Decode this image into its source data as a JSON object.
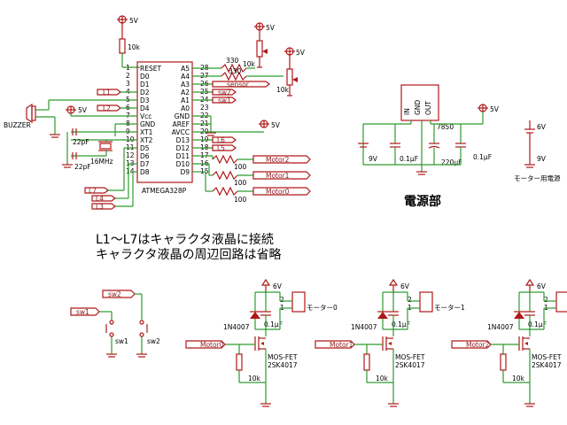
{
  "supply": "5V",
  "supply6": "6V",
  "r10k": "10k",
  "r330": "330",
  "mcu_name": "ATMEGA328P",
  "pins_left": [
    "RESET",
    "D0",
    "D1",
    "D2",
    "D3",
    "D4",
    "Vcc",
    "GND",
    "XT1",
    "XT2",
    "D5",
    "D6",
    "D7",
    "D8"
  ],
  "pins_left_num": [
    "1",
    "2",
    "3",
    "4",
    "5",
    "6",
    "7",
    "8",
    "9",
    "10",
    "11",
    "12",
    "13",
    "14"
  ],
  "pins_right": [
    "A5",
    "A4",
    "A3",
    "A2",
    "A1",
    "A0",
    "GND",
    "AREF",
    "AVCC",
    "D13",
    "D12",
    "D11",
    "D10",
    "D9"
  ],
  "pins_right_num": [
    "28",
    "27",
    "26",
    "25",
    "24",
    "23",
    "22",
    "21",
    "20",
    "19",
    "18",
    "17",
    "16",
    "15"
  ],
  "labels": {
    "L1": "L1",
    "L2": "L2",
    "L3": "L3",
    "L4": "L4",
    "L5": "L5",
    "L6": "L6",
    "L7": "L7",
    "sensor": "sensor",
    "sw1": "sw1",
    "sw2": "sw2",
    "motor0": "Motor0",
    "motor1": "Motor1",
    "motor2": "Motor2"
  },
  "buzzer": "BUZZER",
  "r100": "100",
  "c22p": "22pF",
  "xtal": "16MHz",
  "reg": "7850",
  "reg_pins": [
    "IN",
    "GND",
    "OUT"
  ],
  "v9": "9V",
  "c01": "0.1µF",
  "c220": "220µF",
  "power_title": "電源部",
  "motor_power": "モーター用電源",
  "note1": "L1〜L7はキャラクタ液晶に接続",
  "note2": "キャラクタ液晶の周辺回路は省略",
  "diode": "1N4007",
  "mosfet1": "MOS-FET",
  "mosfet2": "2SK4017",
  "motor_labels": [
    "モーター0",
    "モーター1"
  ],
  "conn_pins": [
    "2",
    "1"
  ]
}
